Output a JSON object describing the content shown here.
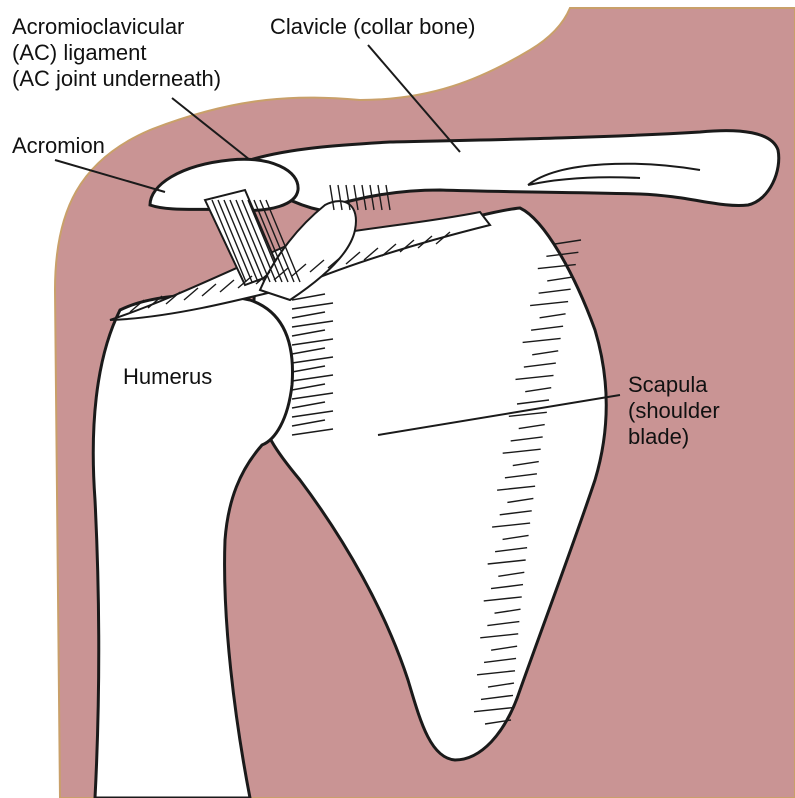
{
  "colors": {
    "tissue": "#c99494",
    "outline": "#1a1a1a",
    "bone": "#ffffff",
    "background": "#ffffff"
  },
  "labels": {
    "ac_ligament": [
      "Acromioclavicular",
      "(AC) ligament",
      "(AC joint underneath)"
    ],
    "clavicle": "Clavicle (collar bone)",
    "acromion": "Acromion",
    "humerus": "Humerus",
    "scapula": [
      "Scapula",
      "(shoulder",
      "blade)"
    ]
  }
}
